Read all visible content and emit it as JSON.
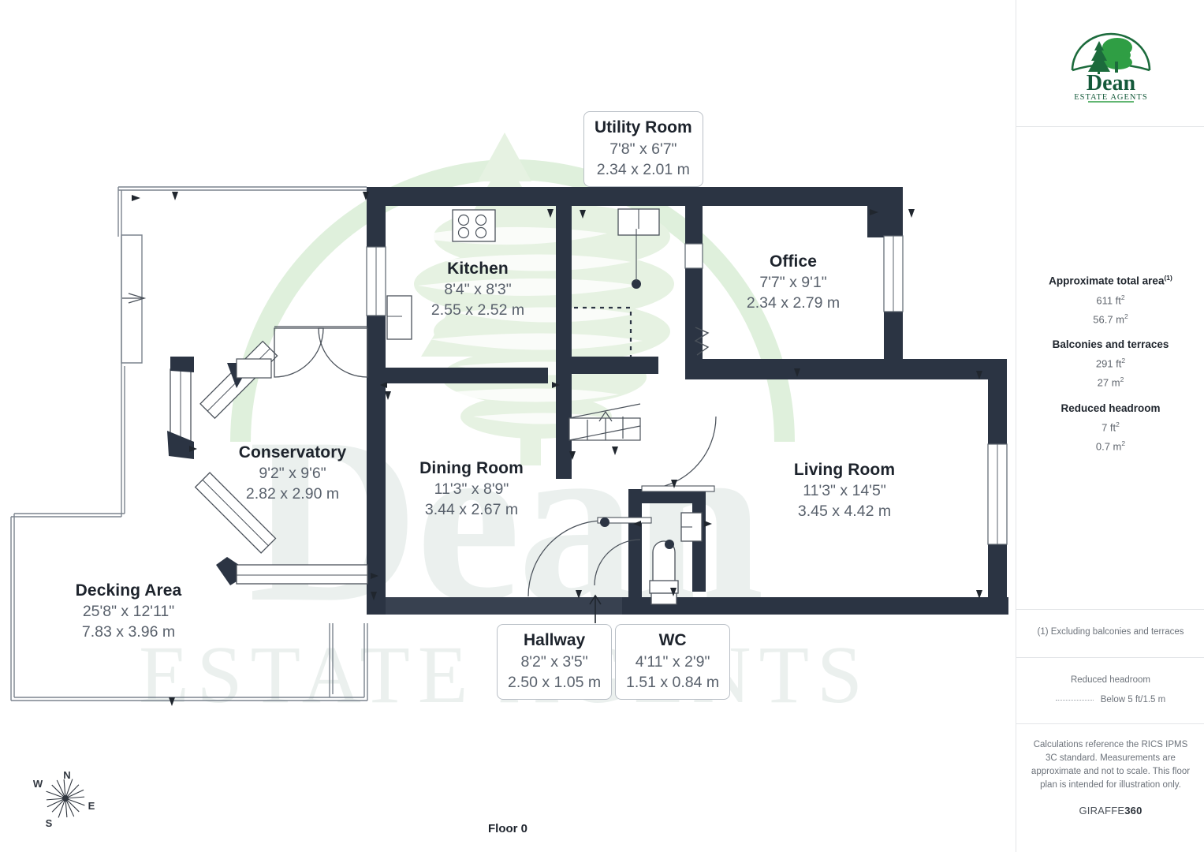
{
  "plan": {
    "floor_caption": "Floor 0",
    "watermark_text_main": "Dean",
    "watermark_text_sub": "ESTATE AGENTS",
    "wall_color": "#2b3443",
    "rooms": [
      {
        "key": "utility",
        "name": "Utility Room",
        "dim_ft": "7'8\" x 6'7\"",
        "dim_m": "2.34 x 2.01 m"
      },
      {
        "key": "kitchen",
        "name": "Kitchen",
        "dim_ft": "8'4\" x 8'3\"",
        "dim_m": "2.55 x 2.52 m"
      },
      {
        "key": "office",
        "name": "Office",
        "dim_ft": "7'7\" x 9'1\"",
        "dim_m": "2.34 x 2.79 m"
      },
      {
        "key": "conservatory",
        "name": "Conservatory",
        "dim_ft": "9'2\" x 9'6\"",
        "dim_m": "2.82 x 2.90 m"
      },
      {
        "key": "dining",
        "name": "Dining Room",
        "dim_ft": "11'3\" x 8'9\"",
        "dim_m": "3.44 x 2.67 m"
      },
      {
        "key": "living",
        "name": "Living Room",
        "dim_ft": "11'3\" x 14'5\"",
        "dim_m": "3.45 x 4.42 m"
      },
      {
        "key": "decking",
        "name": "Decking Area",
        "dim_ft": "25'8\" x 12'11\"",
        "dim_m": "7.83 x 3.96 m"
      },
      {
        "key": "hallway",
        "name": "Hallway",
        "dim_ft": "8'2\" x 3'5\"",
        "dim_m": "2.50 x 1.05 m"
      },
      {
        "key": "wc",
        "name": "WC",
        "dim_ft": "4'11\" x 2'9\"",
        "dim_m": "1.51 x 0.84 m"
      }
    ],
    "compass": {
      "n": "N",
      "e": "E",
      "s": "S",
      "w": "W"
    }
  },
  "sidebar": {
    "logo": {
      "name": "Dean",
      "tagline": "ESTATE AGENTS",
      "color": "#1c6b3c"
    },
    "areas": [
      {
        "label": "Approximate total area",
        "footnote": "(1)",
        "imperial": "611 ft",
        "imperial_sup": "2",
        "metric": "56.7 m",
        "metric_sup": "2"
      },
      {
        "label": "Balconies and terraces",
        "footnote": "",
        "imperial": "291 ft",
        "imperial_sup": "2",
        "metric": "27 m",
        "metric_sup": "2"
      },
      {
        "label": "Reduced headroom",
        "footnote": "",
        "imperial": "7 ft",
        "imperial_sup": "2",
        "metric": "0.7 m",
        "metric_sup": "2"
      }
    ],
    "footnote": "(1) Excluding balconies and terraces",
    "legend": {
      "title": "Reduced headroom",
      "item": "Below 5 ft/1.5 m"
    },
    "disclaimer": "Calculations reference the RICS IPMS 3C standard. Measurements are approximate and not to scale. This floor plan is intended for illustration only.",
    "provider_prefix": "GIRAFFE",
    "provider_suffix": "360"
  }
}
